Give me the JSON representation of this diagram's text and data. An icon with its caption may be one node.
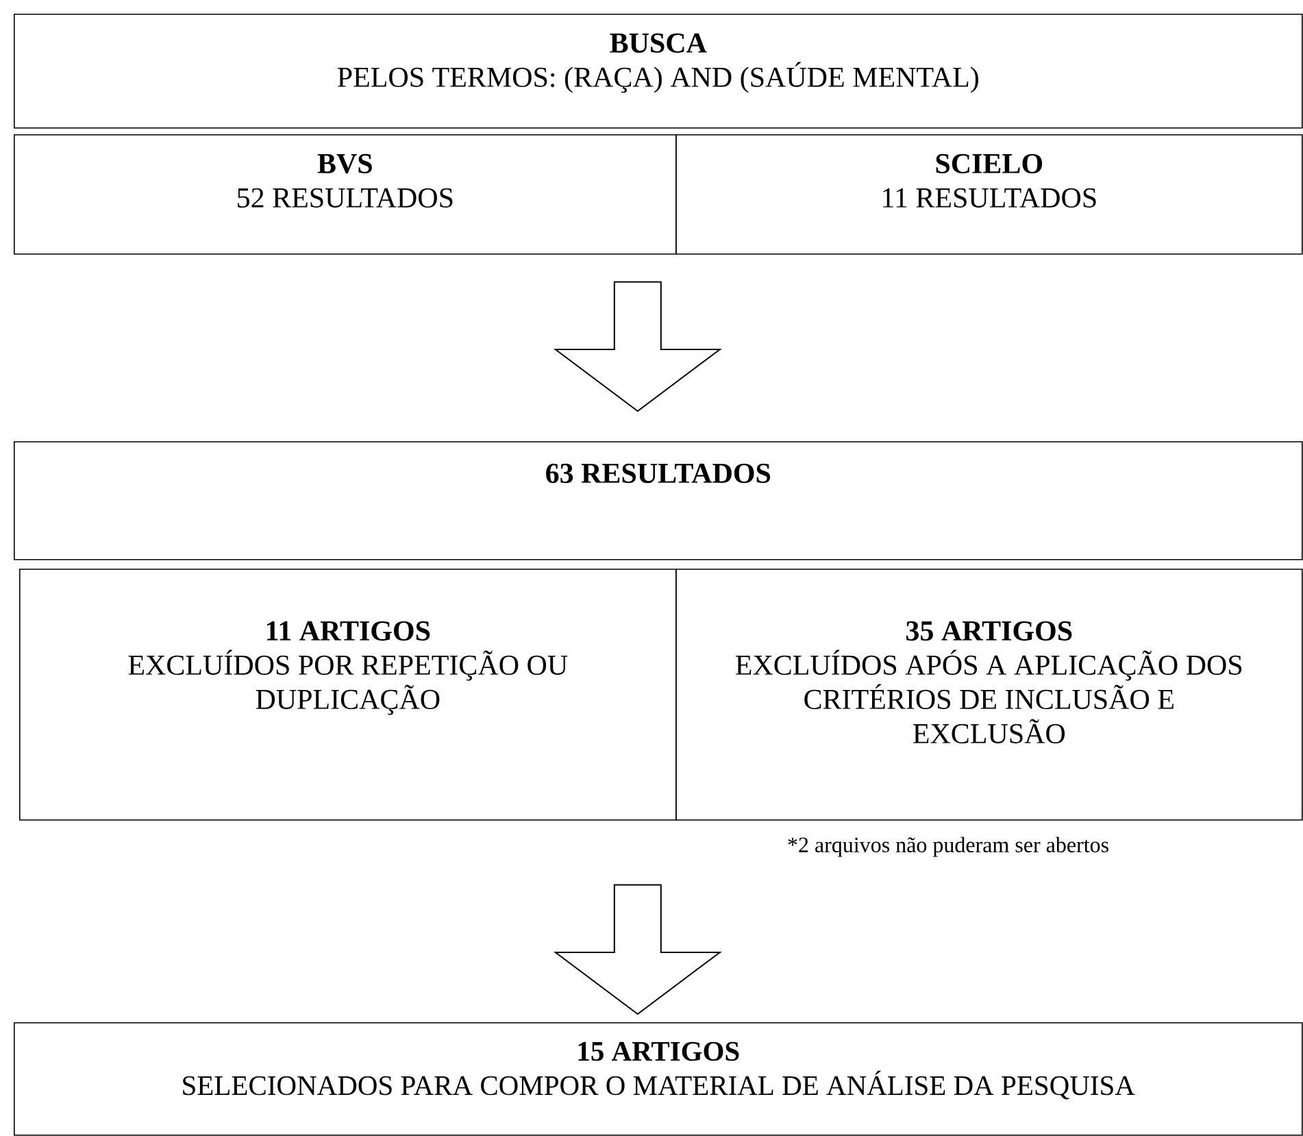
{
  "diagram": {
    "nodes": [
      {
        "text": [
          "BUSCA",
          "PELOS TERMOS: (RAÇA) AND (SAÚDE MENTAL)"
        ]
      },
      {
        "text": [
          "BVS",
          "52 RESULTADOS"
        ]
      },
      {
        "text": [
          "SCIELO",
          "11 RESULTADOS"
        ]
      },
      {
        "text": [
          "63 RESULTADOS"
        ]
      },
      {
        "text": [
          "11 ARTIGOS",
          "EXCLUÍDOS POR REPETIÇÃO OU DUPLICAÇÃO"
        ]
      },
      {
        "text": [
          "35 ARTIGOS",
          "EXCLUÍDOS APÓS A APLICAÇÃO DOS CRITÉRIOS DE INCLUSÃO E EXCLUSÃO"
        ],
        "beside": [
          "*2 arquivos não puderam ser abertos"
        ]
      },
      {
        "text": [
          "15 ARTIGOS",
          "SELECIONADOS PARA COMPOR O MATERIAL DE ANÁLISE DA PESQUISA"
        ]
      }
    ],
    "edges": [
      {
        "from": 1,
        "to": 3,
        "arrow": "to"
      },
      {
        "from": 2,
        "to": 3,
        "arrow": "to"
      },
      {
        "from": 4,
        "to": 6,
        "arrow": "to"
      },
      {
        "from": 5,
        "to": 6,
        "arrow": "to"
      }
    ]
  }
}
